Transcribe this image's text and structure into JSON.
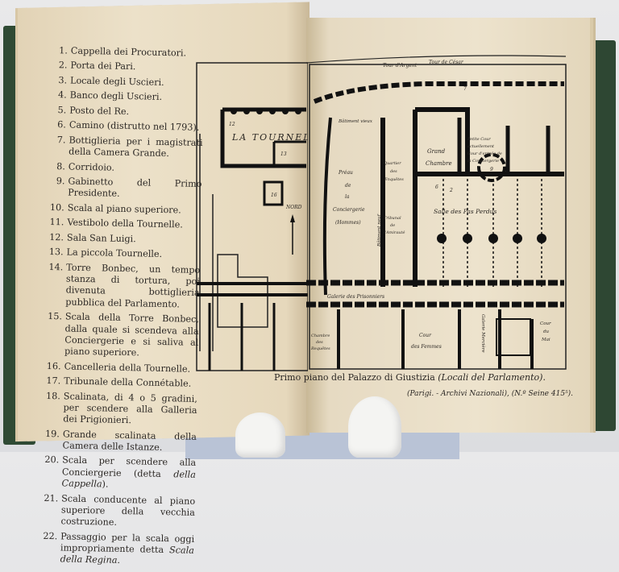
{
  "legend": [
    {
      "num": "1.",
      "text": "Cappella dei Procuratori."
    },
    {
      "num": "2.",
      "text": "Porta dei Pari."
    },
    {
      "num": "3.",
      "text": "Locale degli Uscieri."
    },
    {
      "num": "4.",
      "text": "Banco degli Uscieri."
    },
    {
      "num": "5.",
      "text": "Posto del Re."
    },
    {
      "num": "6.",
      "text": "Camino (distrutto nel 1793)."
    },
    {
      "num": "7.",
      "text": "Bottiglieria per i magistrati della Camera Grande."
    },
    {
      "num": "8.",
      "text": "Corridoio."
    },
    {
      "num": "9.",
      "text": "Gabinetto del Primo Presidente."
    },
    {
      "num": "10.",
      "text": "Scala al piano superiore."
    },
    {
      "num": "11.",
      "text": "Vestibolo della Tournelle."
    },
    {
      "num": "12.",
      "text": "Sala San Luigi."
    },
    {
      "num": "13.",
      "text": "La piccola Tournelle."
    },
    {
      "num": "14.",
      "text": "Torre Bonbec, un tempo stanza di tortura, poi divenuta bottiglieria pubblica del Parlamento."
    },
    {
      "num": "15.",
      "text": "Scala della Torre Bonbec, dalla quale si scendeva alla Conciergerie e si saliva al piano superiore."
    },
    {
      "num": "16.",
      "text": "Cancelleria della Tournelle."
    },
    {
      "num": "17.",
      "text": "Tribunale della Connétable."
    },
    {
      "num": "18.",
      "text": "Scalinata, di 4 o 5 gradini, per scendere alla Galleria dei Prigionieri."
    },
    {
      "num": "19.",
      "text": "Grande scalinata della Camera delle Istanze."
    },
    {
      "num": "20.",
      "text_pre": "Scala per scendere alla Conciergerie (detta ",
      "text_it": "della Cappella",
      "text_post": ")."
    },
    {
      "num": "21.",
      "text": "Scala conducente al piano superiore della vecchia costruzione."
    },
    {
      "num": "22.",
      "text_pre": "Passaggio per la scala oggi impropriamente detta ",
      "text_it": "Scala della Regina",
      "text_post": "."
    }
  ],
  "plan": {
    "tournelle": "LA TOURNELL",
    "nord": "NORD",
    "tour_argent": "Tour d'Argent",
    "tour_cesar": "Tour de César",
    "batiment_vieux": "Bâtiment vieux",
    "batiment_neuf": "Bâtiment neuf",
    "grand_chambre_1": "Grand",
    "grand_chambre_2": "Chambre",
    "petite_cour_1": "Petite Cour",
    "petite_cour_2": "actuellement",
    "petite_cour_3": "Cour d'entrée de",
    "petite_cour_4": "la Conciergerie",
    "quartier_1": "Quartier",
    "quartier_2": "des",
    "quartier_3": "Enquêtes",
    "preau_1": "Préau",
    "preau_2": "de",
    "preau_3": "la",
    "preau_4": "Conciergerie",
    "preau_5": "(Hommes)",
    "tribunal_1": "Tribunal",
    "tribunal_2": "de",
    "tribunal_3": "l'Amirauté",
    "salle": "Salle des Pas Perdus",
    "galerie_prisonniers": "Galerie des Prisonniers",
    "cour_femmes_1": "Cour",
    "cour_femmes_2": "des Femmes",
    "galerie_merciere": "Galerie Mercière",
    "cour_mai_1": "Cour",
    "cour_mai_2": "du",
    "cour_mai_3": "Mai",
    "chambre_req_1": "Chambre",
    "chambre_req_2": "des",
    "chambre_req_3": "Requêtes",
    "n12": "12",
    "n13": "13",
    "n16": "16",
    "n7": "7",
    "n9": "9",
    "n6": "6",
    "n2": "2"
  },
  "caption": {
    "main_pre": "Primo piano del Palazzo di Giustizia ",
    "main_it": "(Locali del Parlamento).",
    "source": "(Parigi. - Archivi Nazionali), (N.º Seine 415⁵)."
  }
}
